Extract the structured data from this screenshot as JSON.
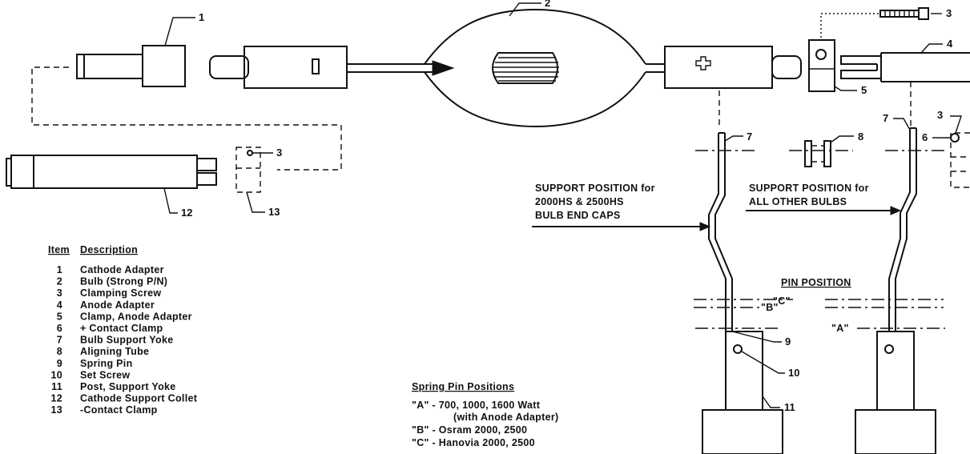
{
  "callouts": [
    "1",
    "2",
    "3",
    "4",
    "5",
    "3",
    "7",
    "6",
    "3",
    "7",
    "8",
    "9",
    "10",
    "11",
    "12",
    "13"
  ],
  "support_left": [
    "SUPPORT POSITION for",
    "2000HS & 2500HS",
    "BULB END CAPS"
  ],
  "support_right": [
    "SUPPORT POSITION for",
    "ALL OTHER BULBS"
  ],
  "pin_position": {
    "title": "PIN  POSITION",
    "b": "\"B\"",
    "c": "\"C\"",
    "a": "\"A\""
  },
  "legend": {
    "item_header": "Item",
    "desc_header": "Description",
    "items": [
      {
        "num": "1",
        "desc": "Cathode Adapter"
      },
      {
        "num": "2",
        "desc": "Bulb (Strong P/N)"
      },
      {
        "num": "3",
        "desc": "Clamping Screw"
      },
      {
        "num": "4",
        "desc": "Anode Adapter"
      },
      {
        "num": "5",
        "desc": "Clamp, Anode Adapter"
      },
      {
        "num": "6",
        "desc": "+ Contact Clamp"
      },
      {
        "num": "7",
        "desc": "Bulb Support Yoke"
      },
      {
        "num": "8",
        "desc": "Aligning Tube"
      },
      {
        "num": "9",
        "desc": "Spring Pin"
      },
      {
        "num": "10",
        "desc": "Set Screw"
      },
      {
        "num": "11",
        "desc": "Post, Support Yoke"
      },
      {
        "num": "12",
        "desc": "Cathode Support Collet"
      },
      {
        "num": "13",
        "desc": "-Contact Clamp"
      }
    ]
  },
  "spring_pin": {
    "title": "Spring Pin Positions",
    "lines": [
      "\"A\" - 700, 1000, 1600 Watt",
      "(with Anode Adapter)",
      "\"B\" - Osram 2000, 2500",
      "\"C\" - Hanovia 2000, 2500"
    ]
  }
}
